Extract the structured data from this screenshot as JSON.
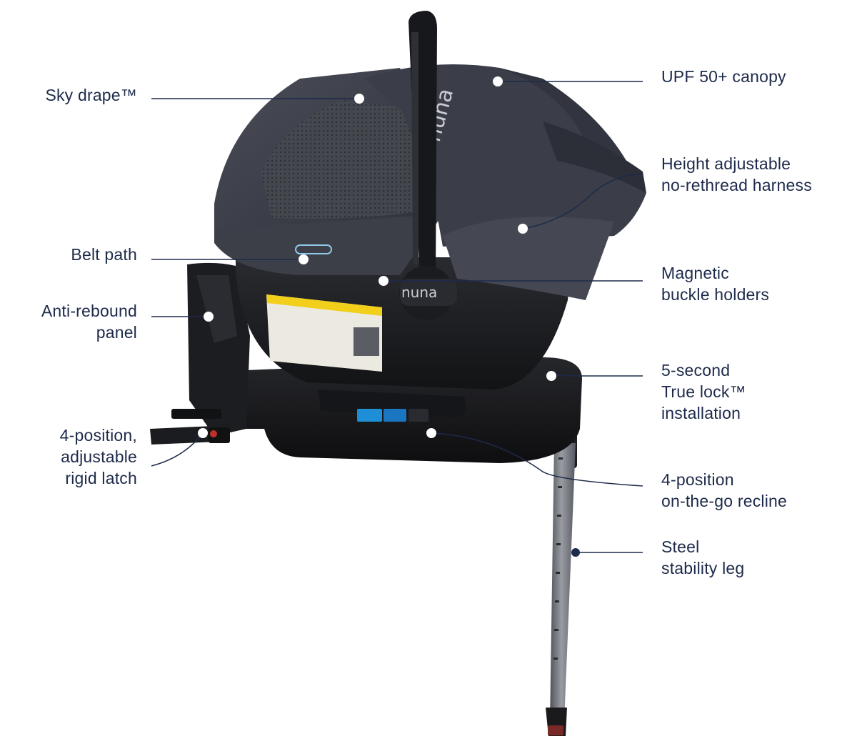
{
  "callouts": {
    "sky_drape": [
      "Sky drape™"
    ],
    "belt_path": [
      "Belt path"
    ],
    "anti_rebound": [
      "Anti-rebound",
      "panel"
    ],
    "rigid_latch": [
      "4-position,",
      "adjustable",
      "rigid latch"
    ],
    "canopy": [
      "UPF 50+ canopy"
    ],
    "harness": [
      "Height adjustable",
      "no-rethread harness"
    ],
    "buckle": [
      "Magnetic",
      "buckle holders"
    ],
    "true_lock": [
      "5-second",
      "True lock™",
      "installation"
    ],
    "recline": [
      "4-position",
      "on-the-go recline"
    ],
    "stability_leg": [
      "Steel",
      "stability leg"
    ]
  },
  "brand_marks": {
    "canopy_logo": "nuna",
    "handle_logo": "nuna"
  },
  "colors": {
    "label_text": "#1d2a4a",
    "leader_line": "#1d2a4a",
    "marker_dot": "#ffffff",
    "leg_marker_dot": "#1d2a4a",
    "fabric_dark": "#3a3d47",
    "shell_black": "#1a1b1e",
    "warning_yellow": "#f2cf1a",
    "indicator_blue": "#1e8fd6",
    "steel": "#6e7178"
  }
}
